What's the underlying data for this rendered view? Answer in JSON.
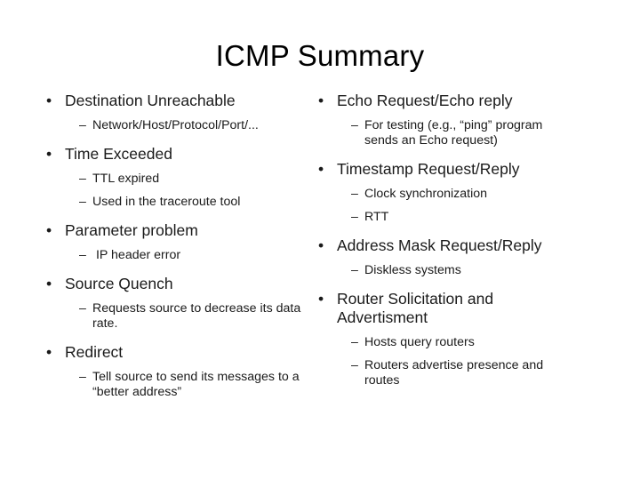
{
  "slide": {
    "title": "ICMP Summary",
    "bullet_marker": "•",
    "sub_bullet_marker": "–",
    "background_color": "#ffffff",
    "text_color": "#1a1a1a",
    "columns": {
      "left": [
        {
          "label": "Destination Unreachable",
          "sub": [
            "Network/Host/Protocol/Port/..."
          ]
        },
        {
          "label": "Time Exceeded",
          "sub": [
            "TTL expired",
            "Used in the traceroute tool"
          ]
        },
        {
          "label": "Parameter problem",
          "sub": [
            " IP header error"
          ]
        },
        {
          "label": "Source Quench",
          "sub": [
            "Requests source to decrease its data rate."
          ]
        },
        {
          "label": "Redirect",
          "sub": [
            "Tell source to send its messages to a “better address”"
          ]
        }
      ],
      "right": [
        {
          "label": "Echo Request/Echo reply",
          "sub": [
            "For testing (e.g., “ping” program sends an Echo request)"
          ]
        },
        {
          "label": "Timestamp Request/Reply",
          "sub": [
            "Clock synchronization",
            "RTT"
          ]
        },
        {
          "label": "Address Mask Request/Reply",
          "sub": [
            "Diskless systems"
          ]
        },
        {
          "label": "Router Solicitation and Advertisment",
          "sub": [
            "Hosts query routers",
            "Routers advertise presence and routes"
          ]
        }
      ]
    }
  }
}
